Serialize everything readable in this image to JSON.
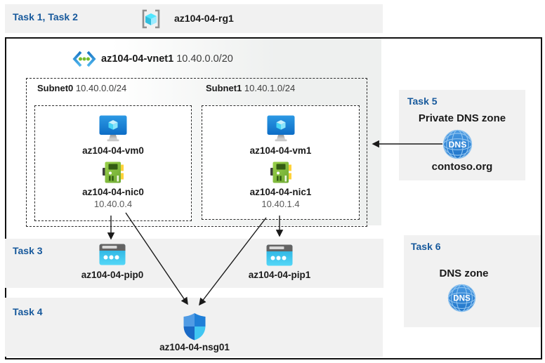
{
  "header": {
    "label": "Task 1, Task 2",
    "resource_group": "az104-04-rg1"
  },
  "vnet": {
    "name": "az104-04-vnet1",
    "cidr": "10.40.0.0/20"
  },
  "subnets": [
    {
      "name": "Subnet0",
      "cidr": "10.40.0.0/24",
      "vm": "az104-04-vm0",
      "nic": "az104-04-nic0",
      "ip": "10.40.0.4"
    },
    {
      "name": "Subnet1",
      "cidr": "10.40.1.0/24",
      "vm": "az104-04-vm1",
      "nic": "az104-04-nic1",
      "ip": "10.40.1.4"
    }
  ],
  "task3": {
    "label": "Task 3",
    "pip0": "az104-04-pip0",
    "pip1": "az104-04-pip1"
  },
  "task4": {
    "label": "Task 4",
    "nsg": "az104-04-nsg01"
  },
  "task5": {
    "label": "Task 5",
    "title": "Private DNS zone",
    "zone": "contoso.org",
    "dns_icon_text": "DNS"
  },
  "task6": {
    "label": "Task 6",
    "title": "DNS zone",
    "dns_icon_text": "DNS"
  },
  "colors": {
    "task_label": "#17599c",
    "band_fill": "#f1f1f1",
    "ip_text": "#595959",
    "arrow": "#1a1a1a",
    "vm_blue": "#1583dd",
    "nic_green": "#7fba00",
    "pip_cyan": "#35c1ea",
    "dns_blue": "#2f86d4"
  }
}
